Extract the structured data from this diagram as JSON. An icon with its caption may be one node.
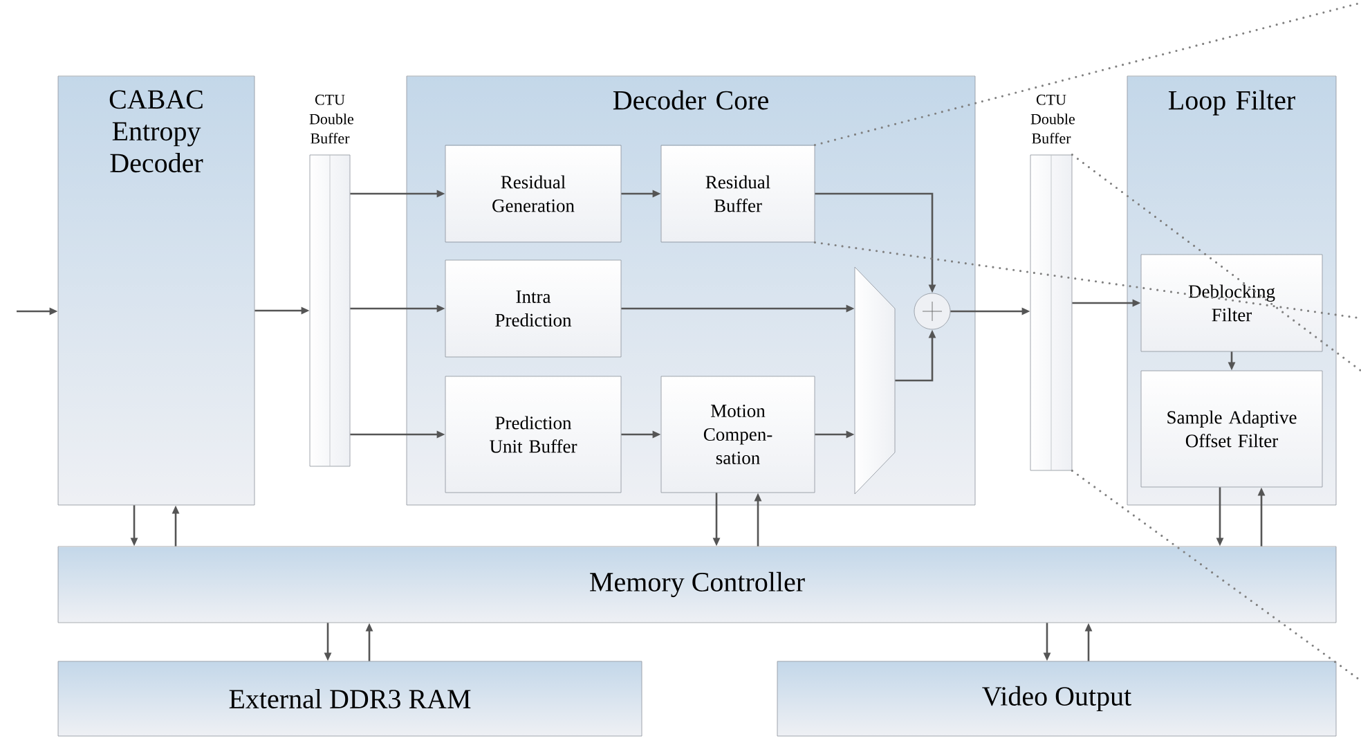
{
  "diagram": {
    "nodes": [
      {
        "text": [
          "CABAC Entropy Decoder"
        ]
      },
      {
        "text": [
          "CTU Double Buffer"
        ]
      },
      {
        "text": [
          "Decoder Core"
        ]
      },
      {
        "text": [
          "Residual Generation"
        ],
        "in": 2
      },
      {
        "text": [
          "Residual Buffer"
        ],
        "in": 2
      },
      {
        "text": [
          "Intra Prediction"
        ],
        "in": 2
      },
      {
        "text": [
          "Prediction Unit Buffer"
        ],
        "in": 2
      },
      {
        "text": [
          "Motion Compen-sation"
        ],
        "in": 2
      },
      {
        "text": [],
        "shape": "trapezoid",
        "in": 2
      },
      {
        "text": [],
        "shape": "circle",
        "in": 2
      },
      {
        "text": [
          "CTU Double Buffer"
        ]
      },
      {
        "text": [
          "Loop Filter"
        ]
      },
      {
        "text": [
          "Deblocking Filter"
        ],
        "in": 11
      },
      {
        "text": [
          "Sample Adaptive Offset Filter"
        ],
        "in": 11
      },
      {
        "text": [
          "Memory Controller"
        ]
      },
      {
        "text": [
          "External DDR3 RAM"
        ]
      },
      {
        "text": [
          "Video Output"
        ]
      }
    ],
    "edges": [
      {
        "from": null,
        "to": 0,
        "arrow": "to"
      },
      {
        "from": 0,
        "to": 1,
        "arrow": "to"
      },
      {
        "from": 1,
        "to": 3,
        "arrow": "to"
      },
      {
        "from": 1,
        "to": 5,
        "arrow": "to"
      },
      {
        "from": 1,
        "to": 6,
        "arrow": "to"
      },
      {
        "from": 3,
        "to": 4,
        "arrow": "to"
      },
      {
        "from": 4,
        "to": 9,
        "arrow": "to"
      },
      {
        "from": 5,
        "to": 8,
        "arrow": "to"
      },
      {
        "from": 6,
        "to": 7,
        "arrow": "to"
      },
      {
        "from": 7,
        "to": 8,
        "arrow": "to"
      },
      {
        "from": 8,
        "to": 9,
        "arrow": "to"
      },
      {
        "from": 9,
        "to": 10,
        "arrow": "to"
      },
      {
        "from": 10,
        "to": 12,
        "arrow": "to"
      },
      {
        "from": 12,
        "to": 13,
        "arrow": "to"
      },
      {
        "from": 0,
        "to": 14,
        "arrow": "to"
      },
      {
        "from": 14,
        "to": 0,
        "arrow": "to"
      },
      {
        "from": 7,
        "to": 14,
        "arrow": "to"
      },
      {
        "from": 14,
        "to": 7,
        "arrow": "to"
      },
      {
        "from": 13,
        "to": 14,
        "arrow": "to"
      },
      {
        "from": 14,
        "to": 13,
        "arrow": "to"
      },
      {
        "from": 14,
        "to": 15,
        "arrow": "to"
      },
      {
        "from": 15,
        "to": 14,
        "arrow": "to"
      },
      {
        "from": 14,
        "to": 16,
        "arrow": "to"
      },
      {
        "from": 16,
        "to": 14,
        "arrow": "to"
      },
      {
        "from": 4,
        "to": null,
        "arrow": "none",
        "style": "dashed",
        "color": "#808080"
      },
      {
        "from": 4,
        "to": null,
        "arrow": "none",
        "style": "dashed",
        "color": "#808080"
      },
      {
        "from": 10,
        "to": null,
        "arrow": "none",
        "style": "dashed",
        "color": "#808080"
      },
      {
        "from": 10,
        "to": null,
        "arrow": "none",
        "style": "dashed",
        "color": "#808080"
      }
    ]
  }
}
